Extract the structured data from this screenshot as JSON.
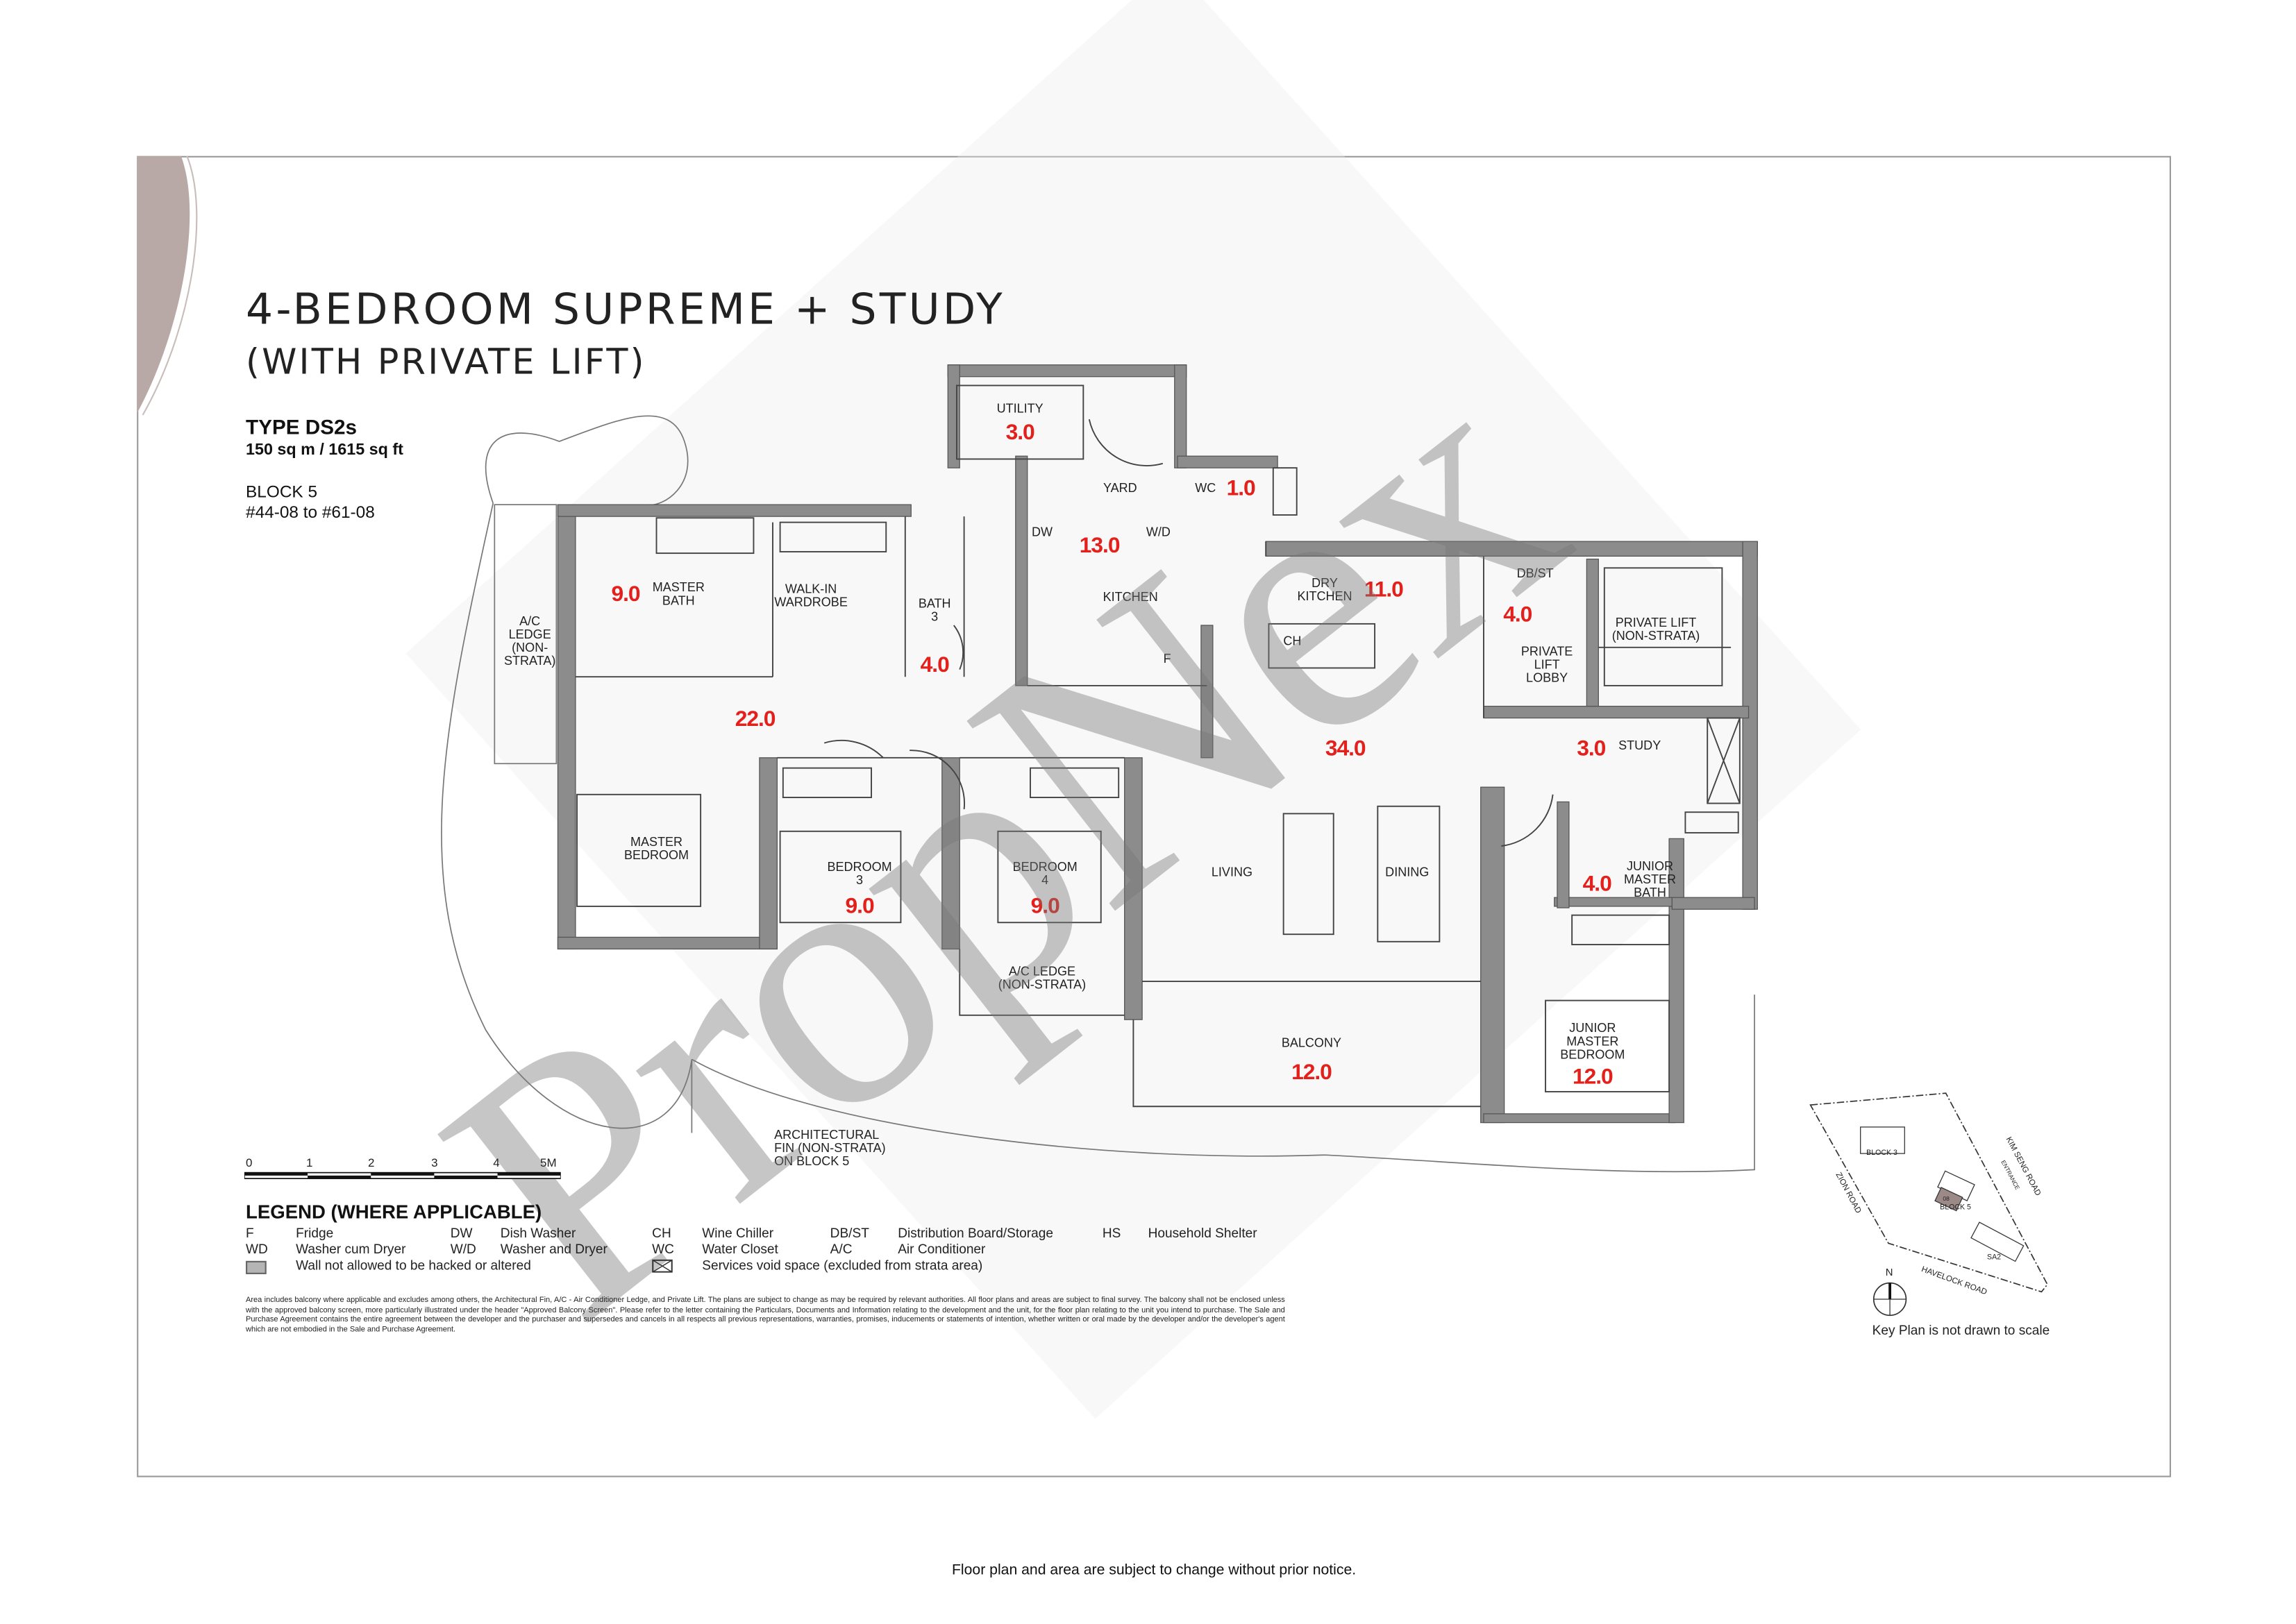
{
  "header": {
    "title": "4-BEDROOM SUPREME + STUDY",
    "subtitle": "(WITH PRIVATE LIFT)",
    "type": "TYPE DS2s",
    "area": "150 sq m / 1615 sq ft",
    "block": "BLOCK 5",
    "units": "#44-08 to #61-08"
  },
  "rooms": [
    {
      "name": "UTILITY",
      "area": "3.0"
    },
    {
      "name": "YARD",
      "area": "13.0"
    },
    {
      "name": "WC",
      "area": "1.0"
    },
    {
      "name": "KITCHEN",
      "area": ""
    },
    {
      "name": "DRY KITCHEN",
      "area": "11.0"
    },
    {
      "name": "DB/ST",
      "area": "4.0"
    },
    {
      "name": "PRIVATE LIFT LOBBY",
      "area": ""
    },
    {
      "name": "PRIVATE LIFT (NON-STRATA)",
      "area": ""
    },
    {
      "name": "MASTER BATH",
      "area": "9.0"
    },
    {
      "name": "WALK-IN WARDROBE",
      "area": ""
    },
    {
      "name": "BATH 3",
      "area": "4.0"
    },
    {
      "name": "A/C LEDGE (NON-STRATA)",
      "area": ""
    },
    {
      "name": "MASTER BEDROOM",
      "area": "22.0"
    },
    {
      "name": "LIVING",
      "area": "34.0"
    },
    {
      "name": "DINING",
      "area": ""
    },
    {
      "name": "STUDY",
      "area": "3.0"
    },
    {
      "name": "BEDROOM 3",
      "area": "9.0"
    },
    {
      "name": "BEDROOM 4",
      "area": "9.0"
    },
    {
      "name": "JUNIOR MASTER BATH",
      "area": "4.0"
    },
    {
      "name": "A/C LEDGE (NON-STRATA)",
      "area": ""
    },
    {
      "name": "BALCONY",
      "area": "12.0"
    },
    {
      "name": "JUNIOR MASTER BEDROOM",
      "area": "12.0"
    }
  ],
  "fixtures": {
    "dw": "DW",
    "wd": "W/D",
    "ch": "CH",
    "f": "F"
  },
  "fin_note": "ARCHITECTURAL FIN (NON-STRATA) ON BLOCK 5",
  "scale": [
    "0",
    "1",
    "2",
    "3",
    "4",
    "5M"
  ],
  "legend": {
    "title": "LEGEND (WHERE APPLICABLE)",
    "items": [
      {
        "code": "F",
        "desc": "Fridge"
      },
      {
        "code": "WD",
        "desc": "Washer cum Dryer"
      },
      {
        "code": "DW",
        "desc": "Dish Washer"
      },
      {
        "code": "W/D",
        "desc": "Washer and Dryer"
      },
      {
        "code": "CH",
        "desc": "Wine Chiller"
      },
      {
        "code": "WC",
        "desc": "Water Closet"
      },
      {
        "code": "DB/ST",
        "desc": "Distribution Board/Storage"
      },
      {
        "code": "A/C",
        "desc": "Air Conditioner"
      },
      {
        "code": "HS",
        "desc": "Household Shelter"
      }
    ],
    "wall": "Wall not allowed to be hacked or altered",
    "void": "Services void space (excluded from strata area)"
  },
  "disclaimer": "Area includes balcony where applicable and excludes among others, the Architectural Fin, A/C - Air Conditioner Ledge, and Private Lift. The plans are subject to change as may be required by relevant authorities. All floor plans and areas are subject to final survey. The balcony shall not be enclosed unless with the approved balcony screen, more particularly illustrated under the header \"Approved Balcony Screen\". Please refer to the letter containing the Particulars, Documents and Information relating to the development and the unit, for the floor plan relating to the unit you intend to purchase. The Sale and Purchase Agreement contains the entire agreement between the developer and the purchaser and supersedes and cancels in all respects all previous representations, warranties, promises, inducements or statements of intention, whether written or oral made by the developer and/or the developer's agent which are not embodied in the Sale and Purchase Agreement.",
  "key_plan": {
    "block3": "BLOCK 3",
    "block5": "BLOCK 5",
    "sa2": "SA2",
    "zion": "ZION ROAD",
    "kimseng": "KIM SENG ROAD",
    "entrance": "ENTRANCE",
    "havelock": "HAVELOCK ROAD",
    "north": "N",
    "note": "Key Plan is not drawn to scale",
    "unit": "08"
  },
  "watermark": "PropNex",
  "footer": "Floor plan and area are subject to change without prior notice.",
  "colors": {
    "wall": "#8c8c8c",
    "area_red": "#e3201b"
  }
}
